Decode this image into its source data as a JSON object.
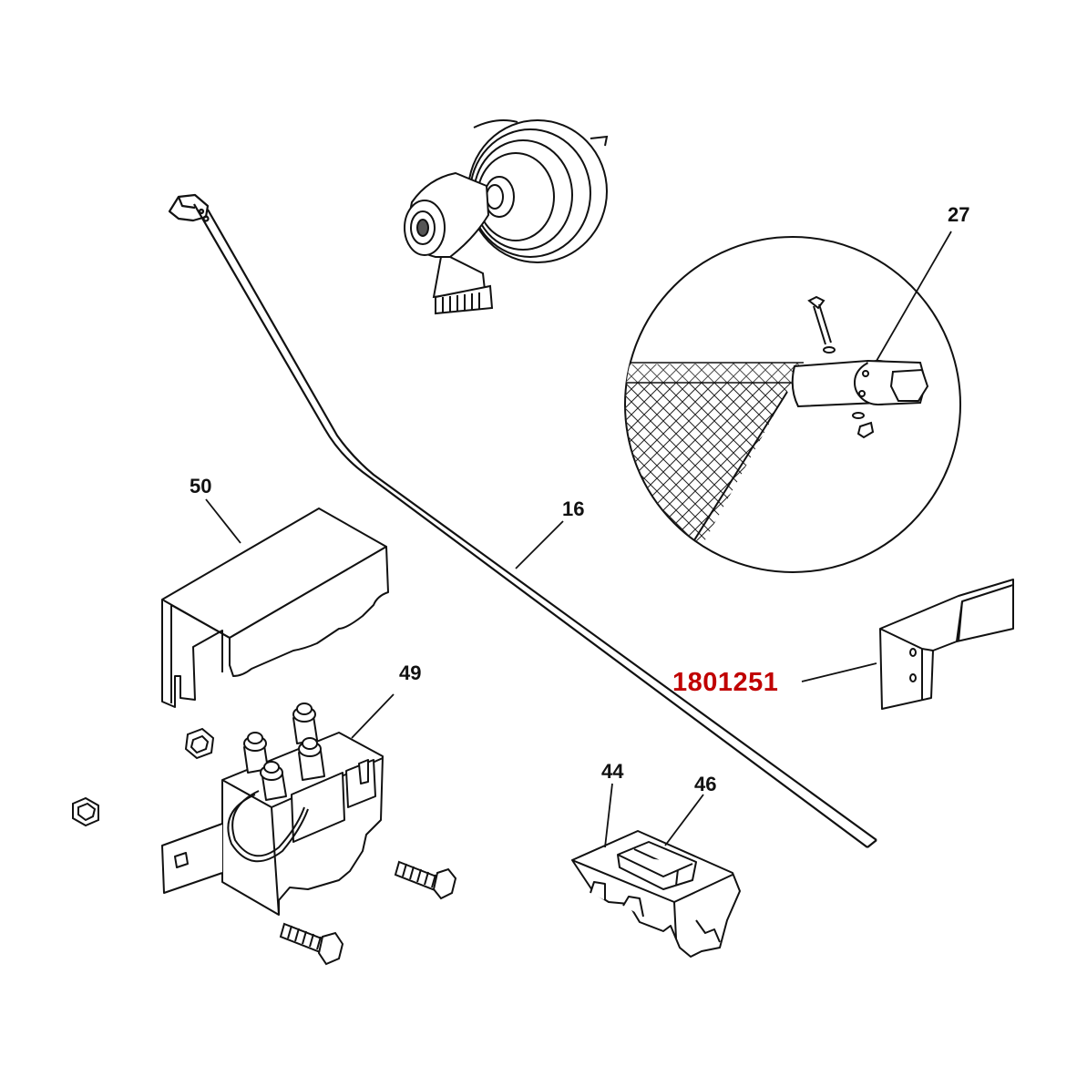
{
  "diagram": {
    "labels": {
      "p27": "27",
      "p50": "50",
      "p16": "16",
      "p49": "49",
      "p44": "44",
      "p46": "46",
      "highlight": "1801251"
    },
    "colors": {
      "line": "#111111",
      "label": "#111111",
      "highlight": "#c00000",
      "background": "#ffffff"
    }
  }
}
